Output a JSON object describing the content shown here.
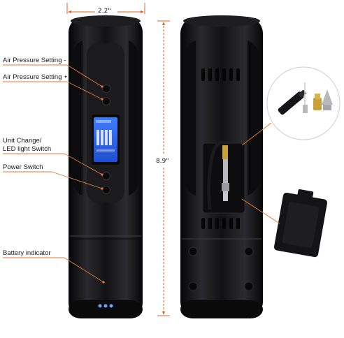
{
  "dimensions": {
    "width_label": "2.2\"",
    "height_label": "8.9\""
  },
  "callouts": {
    "air_minus": "Air Pressure Setting -",
    "air_plus": "Air Pressure Setting +",
    "unit_change_line1": "Unit Change/",
    "unit_change_line2": "LED light Switch",
    "power": "Power Switch",
    "battery": "Battery indicator"
  },
  "colors": {
    "body": "#141416",
    "lcd": "#2b63e6",
    "callout_line": "#e07a3a",
    "dimension_line": "#d8642a"
  }
}
